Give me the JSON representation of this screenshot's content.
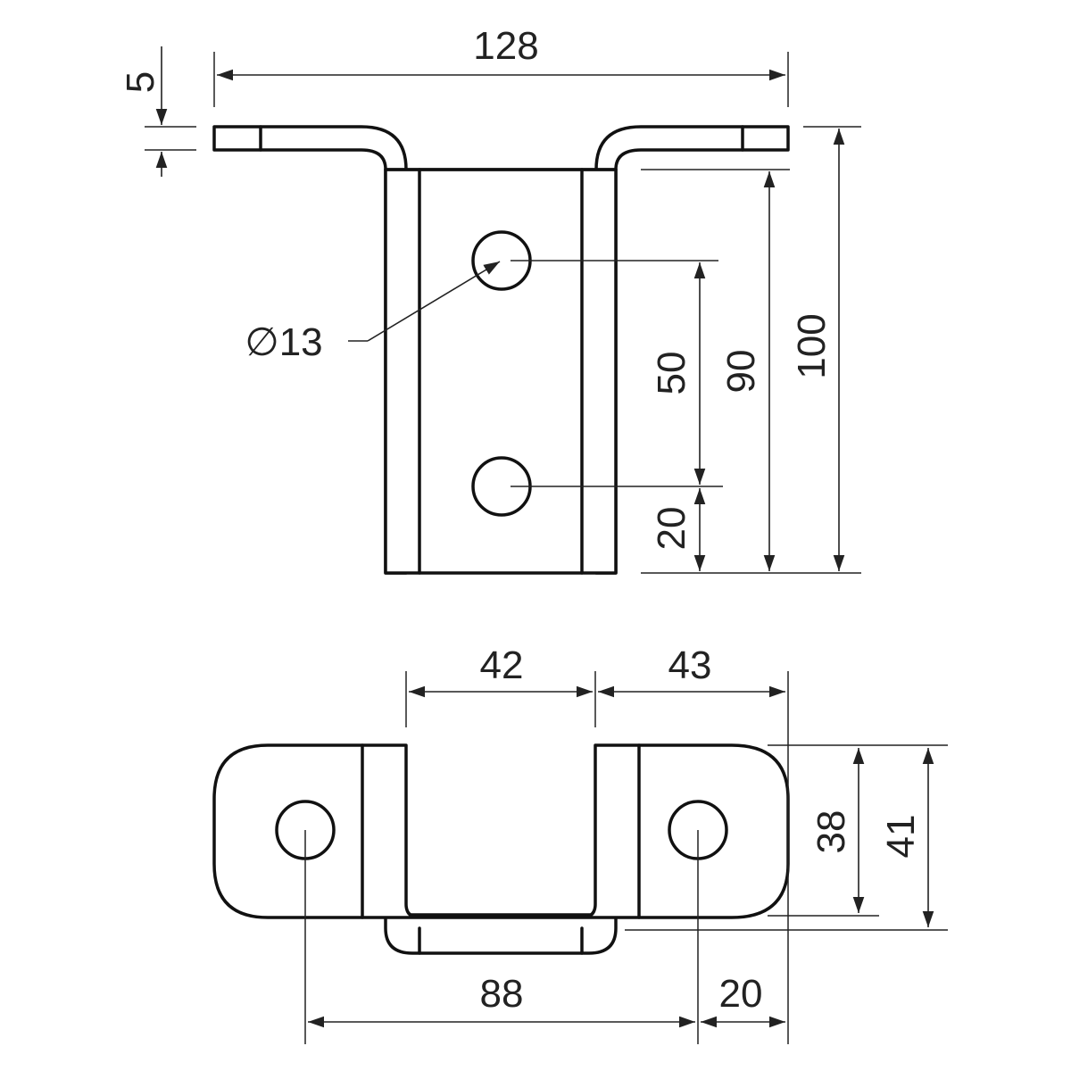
{
  "dimensions": {
    "top_view": {
      "overall_width": "128",
      "flange_thickness": "5",
      "hole_diameter": "∅13",
      "hole_spacing": "50",
      "bottom_hole_offset": "20",
      "inner_height": "90",
      "overall_height": "100"
    },
    "bottom_view": {
      "left_span": "42",
      "right_span": "43",
      "inner_depth": "38",
      "overall_depth": "41",
      "hole_center_distance": "88",
      "edge_to_hole": "20"
    }
  },
  "colors": {
    "line": "#111111",
    "background": "#ffffff"
  }
}
